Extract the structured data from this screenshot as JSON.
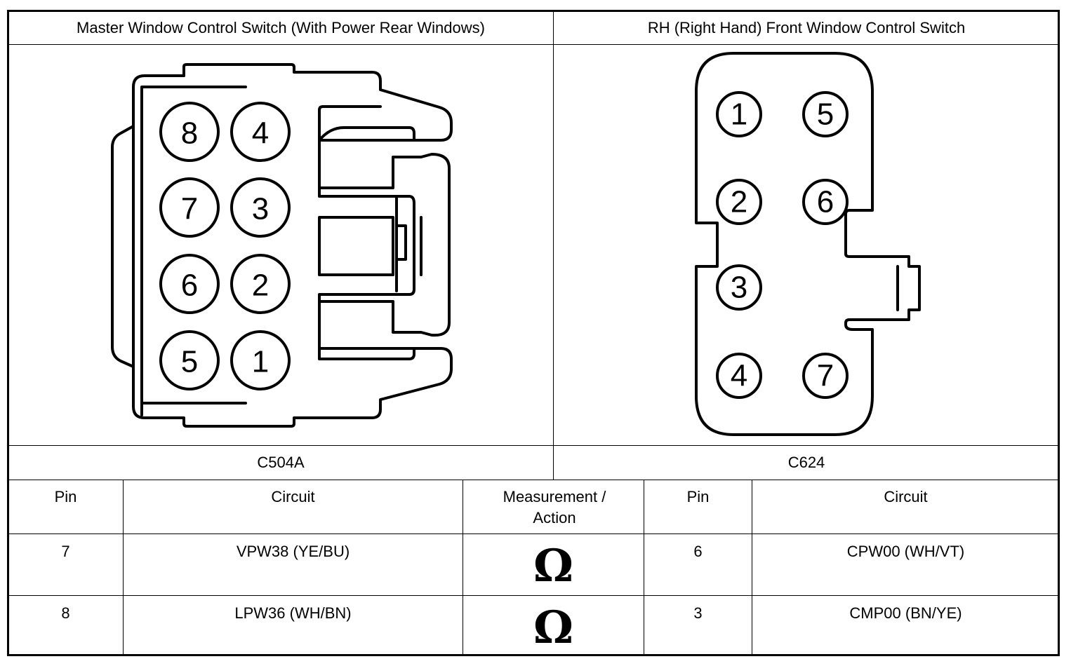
{
  "header": {
    "left_title": "Master Window Control Switch (With Power Rear Windows)",
    "right_title": "RH (Right Hand) Front Window Control Switch"
  },
  "connectors": {
    "left": {
      "name": "C504A",
      "pins": [
        {
          "label": "8"
        },
        {
          "label": "4"
        },
        {
          "label": "7"
        },
        {
          "label": "3"
        },
        {
          "label": "6"
        },
        {
          "label": "2"
        },
        {
          "label": "5"
        },
        {
          "label": "1"
        }
      ]
    },
    "right": {
      "name": "C624",
      "pins": [
        {
          "label": "1"
        },
        {
          "label": "5"
        },
        {
          "label": "2"
        },
        {
          "label": "6"
        },
        {
          "label": "3"
        },
        {
          "label": "4"
        },
        {
          "label": "7"
        }
      ]
    }
  },
  "table": {
    "columns": [
      "Pin",
      "Circuit",
      "Measurement / Action",
      "Pin",
      "Circuit"
    ],
    "rows": [
      {
        "pin_a": "7",
        "circuit_a": "VPW38 (YE/BU)",
        "measurement": "Ω",
        "pin_b": "6",
        "circuit_b": "CPW00 (WH/VT)"
      },
      {
        "pin_a": "8",
        "circuit_a": "LPW36 (WH/BN)",
        "measurement": "Ω",
        "pin_b": "3",
        "circuit_b": "CMP00 (BN/YE)"
      }
    ]
  }
}
